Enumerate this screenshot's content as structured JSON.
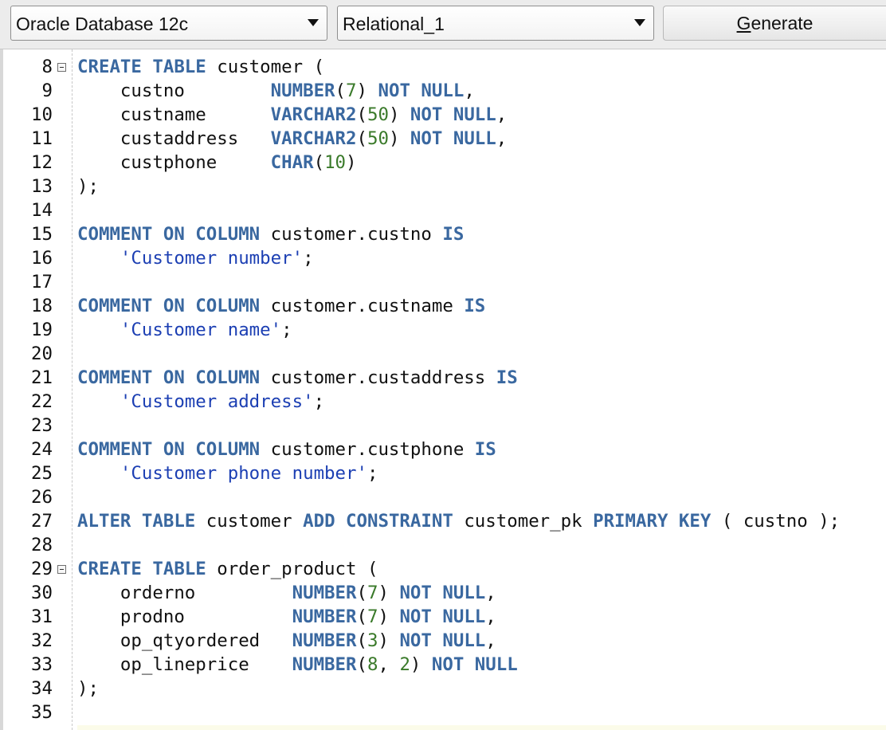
{
  "toolbar": {
    "database_select": "Oracle Database 12c",
    "model_select": "Relational_1",
    "generate_button": "Generate",
    "generate_mnemonic": "G",
    "generate_rest": "enerate"
  },
  "editor": {
    "lines": [
      {
        "n": "8",
        "fold": true,
        "tokens": [
          [
            "kw",
            "CREATE TABLE"
          ],
          [
            "plain",
            " customer ("
          ]
        ]
      },
      {
        "n": "9",
        "tokens": [
          [
            "plain",
            "    custno        "
          ],
          [
            "kw",
            "NUMBER"
          ],
          [
            "plain",
            "("
          ],
          [
            "num",
            "7"
          ],
          [
            "plain",
            ") "
          ],
          [
            "kw",
            "NOT NULL"
          ],
          [
            "plain",
            ","
          ]
        ]
      },
      {
        "n": "10",
        "tokens": [
          [
            "plain",
            "    custname      "
          ],
          [
            "kw",
            "VARCHAR2"
          ],
          [
            "plain",
            "("
          ],
          [
            "num",
            "50"
          ],
          [
            "plain",
            ") "
          ],
          [
            "kw",
            "NOT NULL"
          ],
          [
            "plain",
            ","
          ]
        ]
      },
      {
        "n": "11",
        "tokens": [
          [
            "plain",
            "    custaddress   "
          ],
          [
            "kw",
            "VARCHAR2"
          ],
          [
            "plain",
            "("
          ],
          [
            "num",
            "50"
          ],
          [
            "plain",
            ") "
          ],
          [
            "kw",
            "NOT NULL"
          ],
          [
            "plain",
            ","
          ]
        ]
      },
      {
        "n": "12",
        "tokens": [
          [
            "plain",
            "    custphone     "
          ],
          [
            "kw",
            "CHAR"
          ],
          [
            "plain",
            "("
          ],
          [
            "num",
            "10"
          ],
          [
            "plain",
            ")"
          ]
        ]
      },
      {
        "n": "13",
        "tokens": [
          [
            "plain",
            ");"
          ]
        ]
      },
      {
        "n": "14",
        "tokens": []
      },
      {
        "n": "15",
        "tokens": [
          [
            "kw",
            "COMMENT ON COLUMN"
          ],
          [
            "plain",
            " customer.custno "
          ],
          [
            "kw",
            "IS"
          ]
        ]
      },
      {
        "n": "16",
        "tokens": [
          [
            "plain",
            "    "
          ],
          [
            "str",
            "'Customer number'"
          ],
          [
            "plain",
            ";"
          ]
        ]
      },
      {
        "n": "17",
        "tokens": []
      },
      {
        "n": "18",
        "tokens": [
          [
            "kw",
            "COMMENT ON COLUMN"
          ],
          [
            "plain",
            " customer.custname "
          ],
          [
            "kw",
            "IS"
          ]
        ]
      },
      {
        "n": "19",
        "tokens": [
          [
            "plain",
            "    "
          ],
          [
            "str",
            "'Customer name'"
          ],
          [
            "plain",
            ";"
          ]
        ]
      },
      {
        "n": "20",
        "tokens": []
      },
      {
        "n": "21",
        "tokens": [
          [
            "kw",
            "COMMENT ON COLUMN"
          ],
          [
            "plain",
            " customer.custaddress "
          ],
          [
            "kw",
            "IS"
          ]
        ]
      },
      {
        "n": "22",
        "tokens": [
          [
            "plain",
            "    "
          ],
          [
            "str",
            "'Customer address'"
          ],
          [
            "plain",
            ";"
          ]
        ]
      },
      {
        "n": "23",
        "tokens": []
      },
      {
        "n": "24",
        "tokens": [
          [
            "kw",
            "COMMENT ON COLUMN"
          ],
          [
            "plain",
            " customer.custphone "
          ],
          [
            "kw",
            "IS"
          ]
        ]
      },
      {
        "n": "25",
        "tokens": [
          [
            "plain",
            "    "
          ],
          [
            "str",
            "'Customer phone number'"
          ],
          [
            "plain",
            ";"
          ]
        ]
      },
      {
        "n": "26",
        "tokens": []
      },
      {
        "n": "27",
        "tokens": [
          [
            "kw",
            "ALTER TABLE"
          ],
          [
            "plain",
            " customer "
          ],
          [
            "kw",
            "ADD CONSTRAINT"
          ],
          [
            "plain",
            " customer_pk "
          ],
          [
            "kw",
            "PRIMARY KEY"
          ],
          [
            "plain",
            " ( custno );"
          ]
        ]
      },
      {
        "n": "28",
        "tokens": []
      },
      {
        "n": "29",
        "fold": true,
        "tokens": [
          [
            "kw",
            "CREATE TABLE"
          ],
          [
            "plain",
            " order_product ("
          ]
        ]
      },
      {
        "n": "30",
        "tokens": [
          [
            "plain",
            "    orderno         "
          ],
          [
            "kw",
            "NUMBER"
          ],
          [
            "plain",
            "("
          ],
          [
            "num",
            "7"
          ],
          [
            "plain",
            ") "
          ],
          [
            "kw",
            "NOT NULL"
          ],
          [
            "plain",
            ","
          ]
        ]
      },
      {
        "n": "31",
        "tokens": [
          [
            "plain",
            "    prodno          "
          ],
          [
            "kw",
            "NUMBER"
          ],
          [
            "plain",
            "("
          ],
          [
            "num",
            "7"
          ],
          [
            "plain",
            ") "
          ],
          [
            "kw",
            "NOT NULL"
          ],
          [
            "plain",
            ","
          ]
        ]
      },
      {
        "n": "32",
        "tokens": [
          [
            "plain",
            "    op_qtyordered   "
          ],
          [
            "kw",
            "NUMBER"
          ],
          [
            "plain",
            "("
          ],
          [
            "num",
            "3"
          ],
          [
            "plain",
            ") "
          ],
          [
            "kw",
            "NOT NULL"
          ],
          [
            "plain",
            ","
          ]
        ]
      },
      {
        "n": "33",
        "tokens": [
          [
            "plain",
            "    op_lineprice    "
          ],
          [
            "kw",
            "NUMBER"
          ],
          [
            "plain",
            "("
          ],
          [
            "num",
            "8"
          ],
          [
            "plain",
            ", "
          ],
          [
            "num",
            "2"
          ],
          [
            "plain",
            ") "
          ],
          [
            "kw",
            "NOT NULL"
          ]
        ]
      },
      {
        "n": "34",
        "tokens": [
          [
            "plain",
            ");"
          ]
        ]
      },
      {
        "n": "35",
        "tokens": []
      }
    ]
  }
}
